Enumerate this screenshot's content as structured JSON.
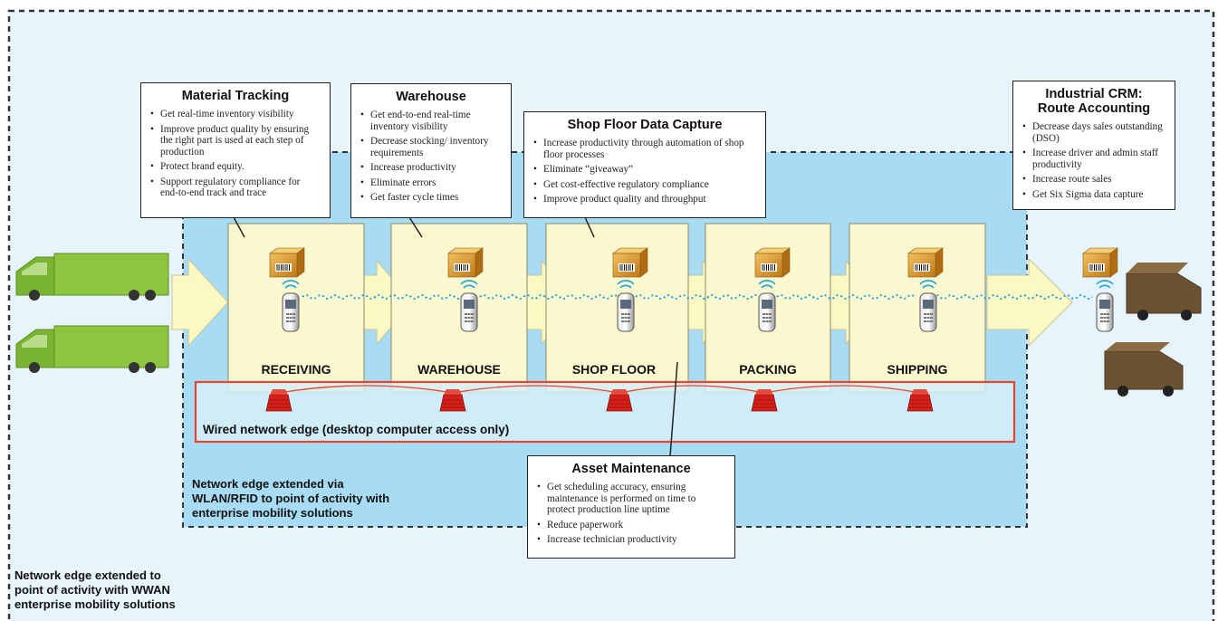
{
  "callouts": {
    "material_tracking": {
      "title": "Material Tracking",
      "items": [
        "Get real-time inventory visibility",
        "Improve product quality by ensuring the right part is used at each step of production",
        "Protect brand equity.",
        "Support regulatory compliance for end-to-end track and trace"
      ]
    },
    "warehouse": {
      "title": "Warehouse",
      "items": [
        "Get end-to-end real-time inventory visibility",
        "Decrease stocking/ inventory requirements",
        "Increase productivity",
        "Eliminate errors",
        "Get faster cycle times"
      ]
    },
    "shop_floor": {
      "title": "Shop Floor Data Capture",
      "items": [
        "Increase productivity through automation of shop floor processes",
        "Eliminate “giveaway”",
        "Get cost-effective regulatory compliance",
        "Improve product quality and throughput"
      ]
    },
    "crm": {
      "title": "Industrial CRM: Route Accounting",
      "items": [
        "Decrease days sales outstanding (DSO)",
        "Increase driver and admin staff productivity",
        "Increase route sales",
        "Get Six Sigma data capture"
      ]
    },
    "asset": {
      "title": "Asset Maintenance",
      "items": [
        "Get scheduling accuracy, ensuring maintenance is performed on time to protect production line uptime",
        "Reduce paperwork",
        "Increase technician productivity"
      ]
    }
  },
  "stations": [
    "RECEIVING",
    "WAREHOUSE",
    "SHOP FLOOR",
    "PACKING",
    "SHIPPING"
  ],
  "labels": {
    "wired": "Wired network edge (desktop computer access only)",
    "wlan": "Network edge extended via\nWLAN/RFID to point of activity with\nenterprise mobility solutions",
    "wwan": "Network edge extended to\npoint of activity with WWAN\nenterprise mobility solutions"
  },
  "colors": {
    "outer_bg": "#e8f4fb",
    "wlan_bg": "#a8dcf4",
    "station_fill": "#fbf8d0",
    "arrow_fill": "#fbf8c4",
    "truck_green": "#8cc63f",
    "truck_brown": "#6b5232",
    "wired_border": "#e8452c",
    "reader_red": "#d4201a",
    "signal_blue": "#1aa3e0",
    "box_orange": "#e0a030"
  },
  "icons": [
    "truck-icon",
    "package-icon",
    "handheld-scanner-icon",
    "rfid-reader-icon",
    "arrow-icon"
  ]
}
